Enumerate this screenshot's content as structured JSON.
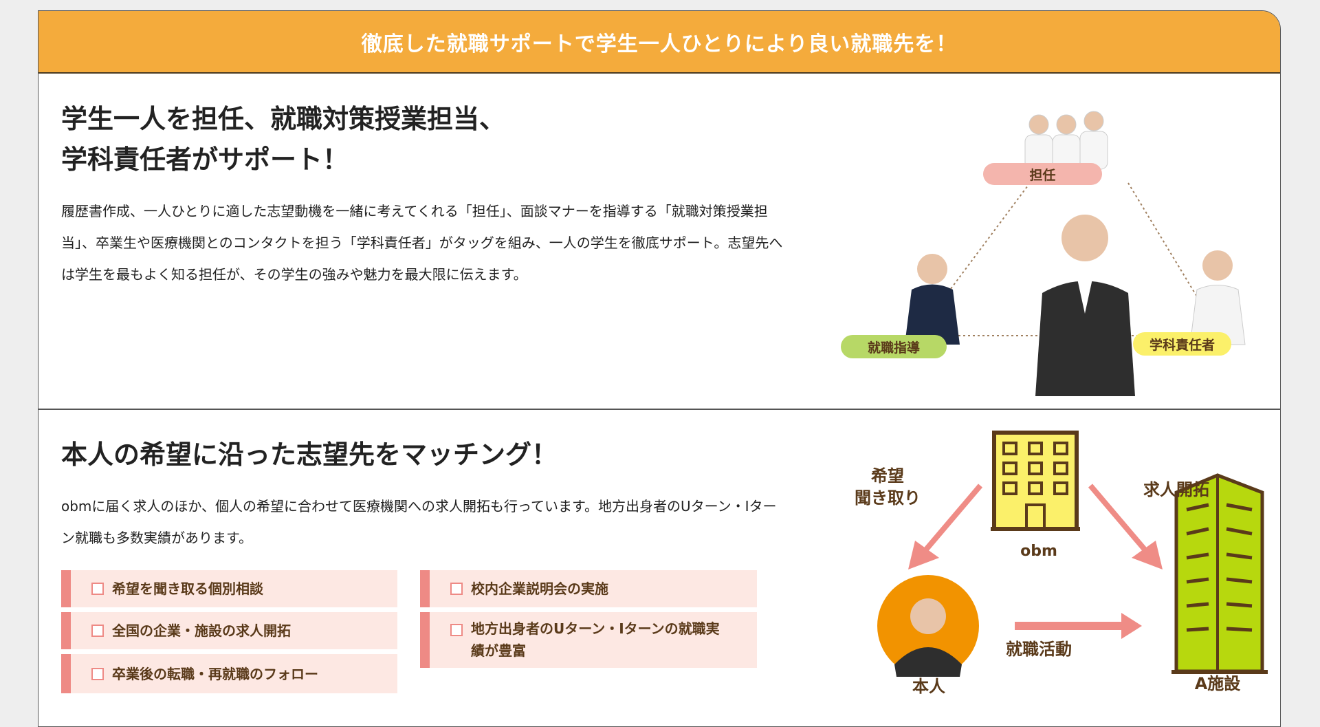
{
  "banner": {
    "title": "徹底した就職サポートで学生一人ひとりにより良い就職先を！"
  },
  "section1": {
    "heading_line1": "学生一人を担任、就職対策授業担当、",
    "heading_line2": "学科責任者がサポート！",
    "paragraph": "履歴書作成、一人ひとりに適した志望動機を一緒に考えてくれる「担任」、面談マナーを指導する「就職対策授業担当」、卒業生や医療機関とのコンタクトを担う「学科責任者」がタッグを組み、一人の学生を徹底サポート。志望先へは学生を最もよく知る担任が、その学生の強みや魅力を最大限に伝えます。",
    "labels": {
      "homeroom": "担任",
      "career": "就職指導",
      "dept": "学科責任者"
    }
  },
  "section2": {
    "heading": "本人の希望に沿った志望先をマッチング！",
    "paragraph": "obmに届く求人のほか、個人の希望に合わせて医療機関への求人開拓も行っています。地方出身者のUターン・Iターン就職も多数実績があります。",
    "features_left": [
      "希望を聞き取る個別相談",
      "全国の企業・施設の求人開拓",
      "卒業後の転職・再就職のフォロー"
    ],
    "features_right": [
      "校内企業説明会の実施",
      "地方出身者のUターン・Iターンの就職実績が豊富"
    ],
    "diagram": {
      "hearing": "希望\n聞き取り",
      "recruit": "求人開拓",
      "school": "obm",
      "self": "本人",
      "job_hunting": "就職活動",
      "facility": "A施設"
    }
  },
  "colors": {
    "banner": "#f4ab3c",
    "pink": "#ee8a85",
    "box_bg": "#fde8e3",
    "pill_pink": "#f4b5ad",
    "pill_green": "#b7d866",
    "pill_yellow": "#fbf06a"
  }
}
